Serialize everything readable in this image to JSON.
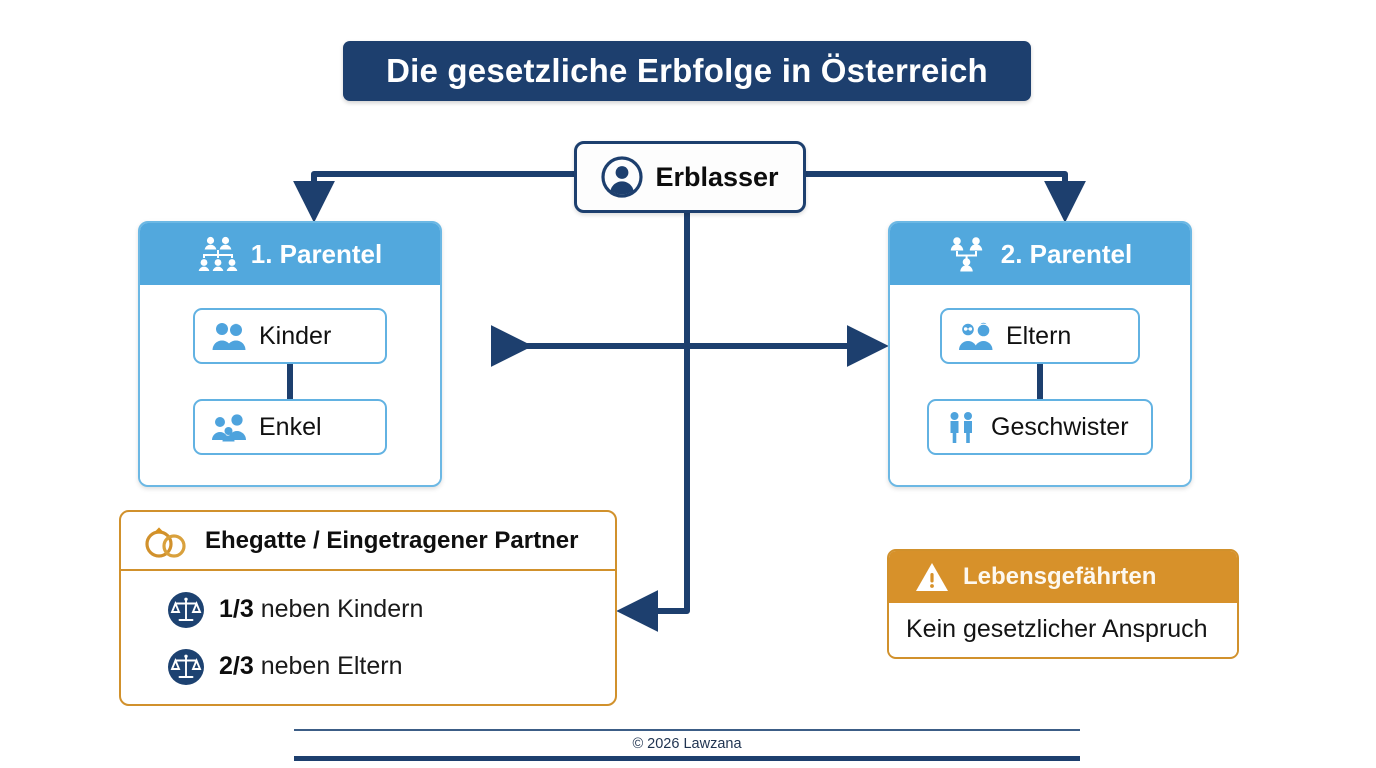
{
  "title": {
    "text": "Die gesetzliche Erbfolge in Österreich",
    "bg": "#1d3f6e",
    "color": "#ffffff"
  },
  "testator": {
    "label": "Erblasser",
    "icon": "person-circle-icon",
    "border": "#1d3f6e"
  },
  "parentel": [
    {
      "id": "first",
      "heading": "1. Parentel",
      "icon": "family-tree-icon",
      "header_bg": "#52a8dd",
      "items": [
        {
          "label": "Kinder",
          "icon": "two-people-icon"
        },
        {
          "label": "Enkel",
          "icon": "group-people-icon"
        }
      ]
    },
    {
      "id": "second",
      "heading": "2. Parentel",
      "icon": "parents-hierarchy-icon",
      "header_bg": "#52a8dd",
      "items": [
        {
          "label": "Eltern",
          "icon": "elderly-couple-icon"
        },
        {
          "label": "Geschwister",
          "icon": "two-standing-people-icon"
        }
      ]
    }
  ],
  "spouse": {
    "heading": "Ehegatte / Eingetragener Partner",
    "icon": "wedding-rings-icon",
    "border": "#d1912c",
    "shares": [
      {
        "fraction": "1/3",
        "text": " neben Kindern",
        "icon": "scales-of-justice-icon"
      },
      {
        "fraction": "2/3",
        "text": " neben Eltern",
        "icon": "scales-of-justice-icon"
      }
    ]
  },
  "partner_note": {
    "heading": "Lebensgefährten",
    "icon": "warning-triangle-icon",
    "body": "Kein gesetzlicher Anspruch",
    "header_bg": "#d7912a",
    "border": "#d1912c"
  },
  "footer": {
    "text": "© 2026 Lawzana"
  },
  "chart_data": {
    "type": "diagram",
    "title": "Die gesetzliche Erbfolge in Österreich",
    "nodes": [
      {
        "id": "erblasser",
        "label": "Erblasser",
        "level": 0
      },
      {
        "id": "parentel1",
        "label": "1. Parentel",
        "level": 1,
        "children": [
          "Kinder",
          "Enkel"
        ]
      },
      {
        "id": "parentel2",
        "label": "2. Parentel",
        "level": 1,
        "children": [
          "Eltern",
          "Geschwister"
        ]
      },
      {
        "id": "ehegatte",
        "label": "Ehegatte / Eingetragener Partner",
        "level": 2,
        "shares": [
          "1/3 neben Kindern",
          "2/3 neben Eltern"
        ]
      },
      {
        "id": "lebensgefaehrten",
        "label": "Lebensgefährten",
        "level": 2,
        "note": "Kein gesetzlicher Anspruch"
      }
    ],
    "edges": [
      {
        "from": "erblasser",
        "to": "parentel1",
        "style": "arrow"
      },
      {
        "from": "erblasser",
        "to": "parentel2",
        "style": "arrow"
      },
      {
        "from": "parentel1",
        "to": "parentel2",
        "style": "double-arrow"
      },
      {
        "from": "erblasser",
        "to": "ehegatte",
        "style": "arrow"
      }
    ]
  }
}
